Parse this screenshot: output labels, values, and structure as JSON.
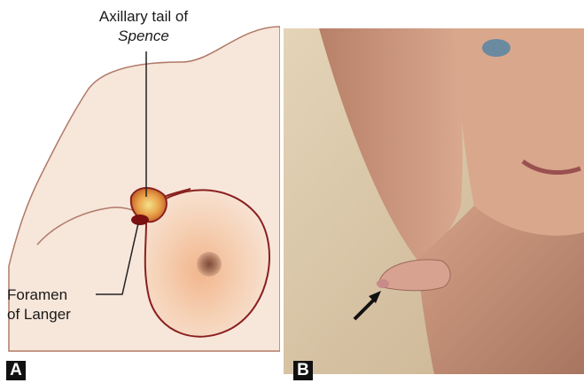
{
  "panel_a": {
    "tag": "A",
    "label_tail_line1": "Axillary tail of",
    "label_tail_line2": "Spence",
    "label_foramen_line1": "Foramen",
    "label_foramen_line2": "of Langer"
  },
  "panel_b": {
    "tag": "B"
  },
  "colors": {
    "skin": "#f6e2d3",
    "breast_fill": "#f4cdb0",
    "outline": "#8a2020",
    "nipple": "#b07a60",
    "photo_bg": "#d6c0a0"
  }
}
